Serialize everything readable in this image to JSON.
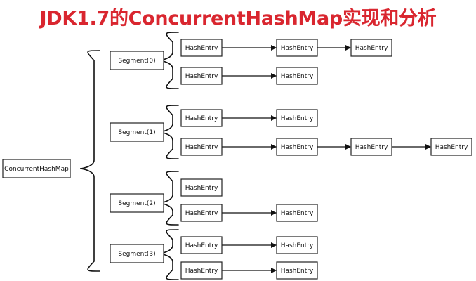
{
  "title": "JDK1.7的ConcurrentHashMap实现和分析",
  "title_color": "#d9262f",
  "root": {
    "label": "ConcurrentHashMap"
  },
  "segments": [
    {
      "label": "Segment(0)",
      "chains": [
        [
          "HashEntry",
          "HashEntry",
          "HashEntry"
        ],
        [
          "HashEntry",
          "HashEntry"
        ]
      ]
    },
    {
      "label": "Segment(1)",
      "chains": [
        [
          "HashEntry",
          "HashEntry"
        ],
        [
          "HashEntry",
          "HashEntry",
          "HashEntry",
          "HashEntry"
        ]
      ]
    },
    {
      "label": "Segment(2)",
      "chains": [
        [
          "HashEntry"
        ],
        [
          "HashEntry",
          "HashEntry"
        ]
      ]
    },
    {
      "label": "Segment(3)",
      "chains": [
        [
          "HashEntry",
          "HashEntry"
        ],
        [
          "HashEntry",
          "HashEntry"
        ]
      ]
    }
  ]
}
